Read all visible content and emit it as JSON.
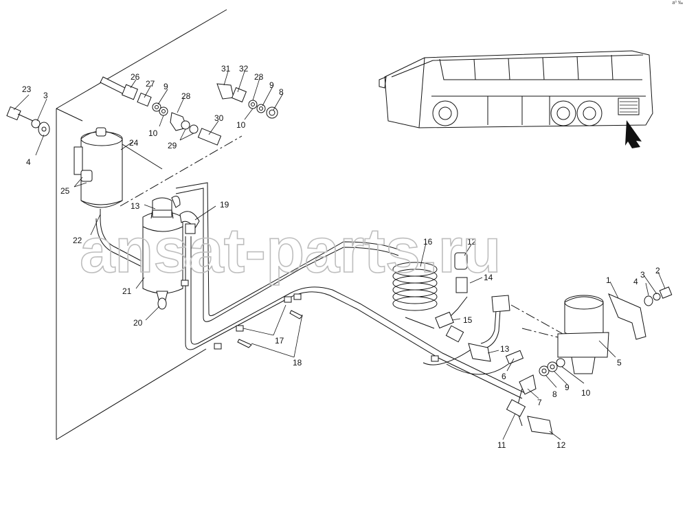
{
  "watermark": "ansat-parts.ru",
  "corner_mark": "a⁰ ‰",
  "callouts": [
    "1",
    "2",
    "3",
    "4",
    "5",
    "6",
    "7",
    "8",
    "9",
    "10",
    "11",
    "12",
    "13",
    "14",
    "15",
    "16",
    "17",
    "18",
    "19",
    "20",
    "21",
    "22",
    "23",
    "24",
    "25",
    "26",
    "27",
    "28",
    "29",
    "30",
    "31",
    "32"
  ]
}
